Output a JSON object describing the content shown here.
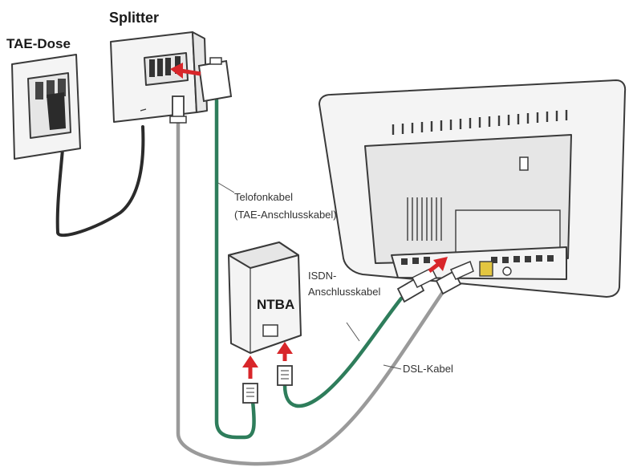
{
  "labels": {
    "tae_dose": "TAE-Dose",
    "splitter": "Splitter",
    "ntba": "NTBA",
    "telefonkabel_line1": "Telofonkabel",
    "telefonkabel_line2": "(TAE-Anschlusskabel)",
    "isdn_line1": "ISDN-",
    "isdn_line2": "Anschlusskabel",
    "dsl_kabel": "DSL-Kabel"
  },
  "colors": {
    "telefonkabel": "#2e7d5b",
    "isdn_kabel": "#2e7d5b",
    "dsl_kabel": "#9a9a9a",
    "tae_cable": "#2b2b2b",
    "arrow": "#d8262a",
    "outline": "#3a3a3a"
  }
}
